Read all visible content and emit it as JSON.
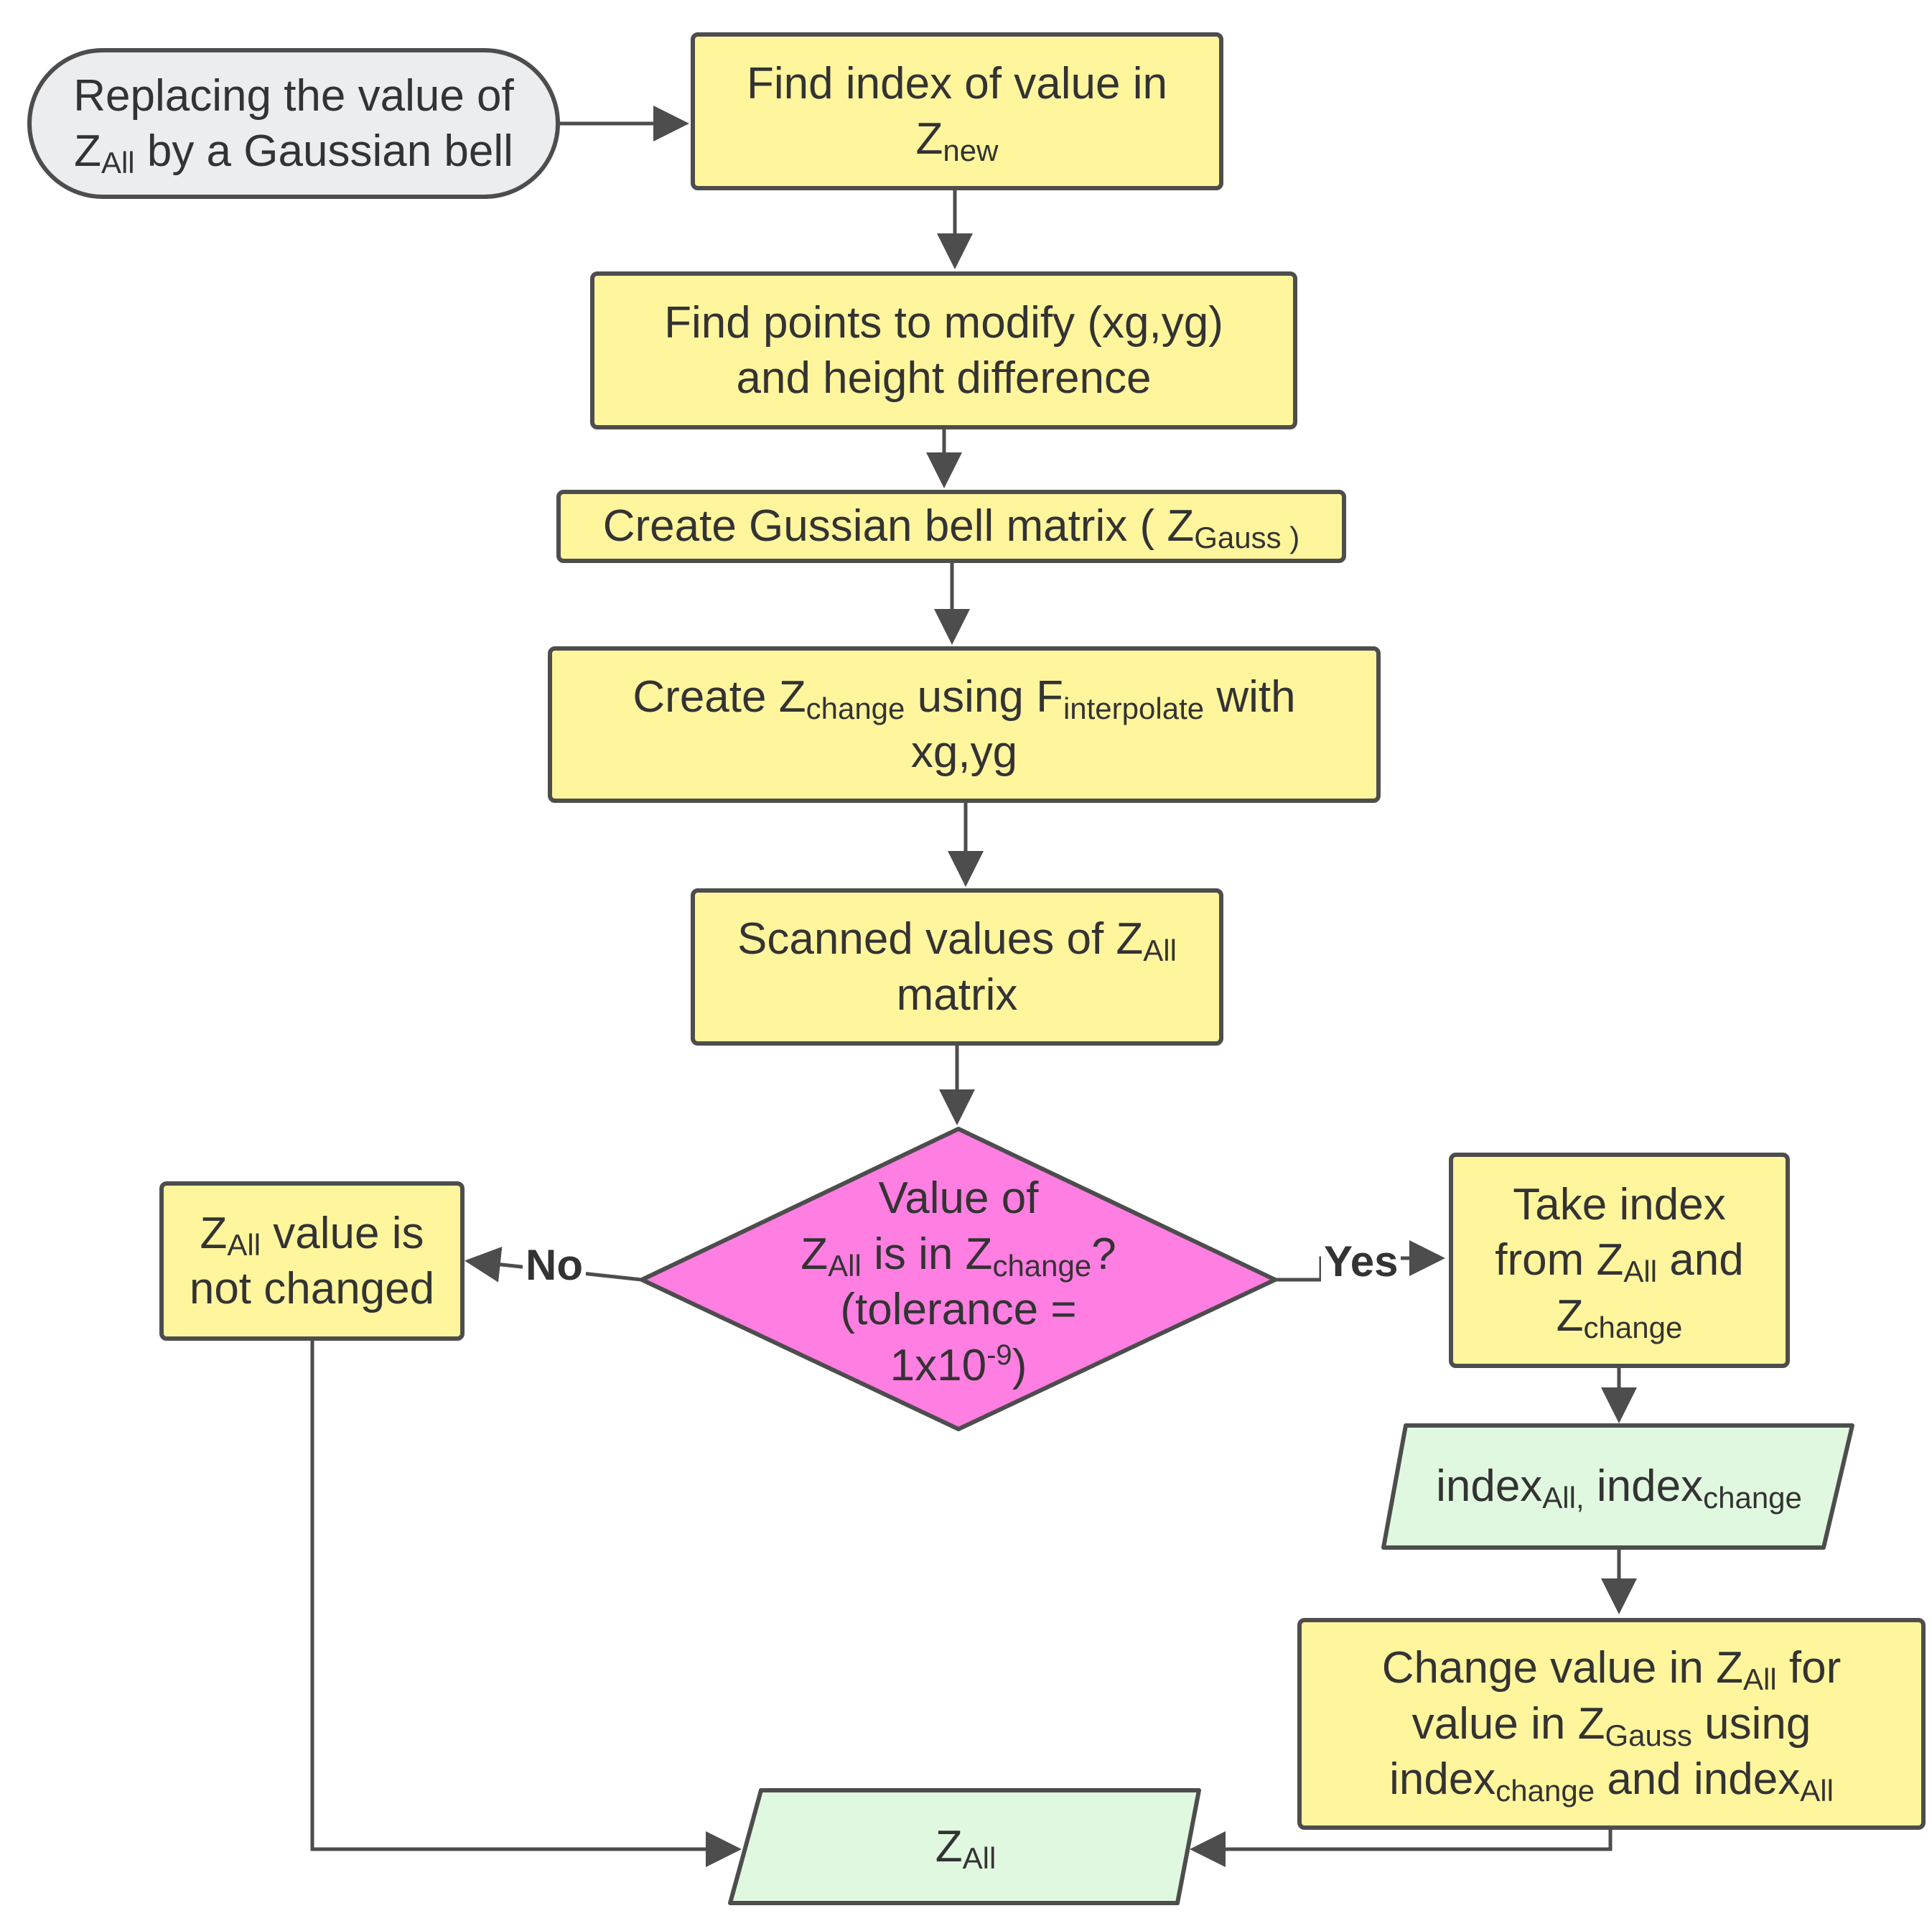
{
  "nodes": {
    "start": {
      "l1": "Replacing the value of",
      "l2_z": "Z",
      "l2_sub": "All",
      "l2_rest": " by a Gaussian bell"
    },
    "find_index": {
      "l1": "Find index of value in",
      "z": "Z",
      "sub": "new"
    },
    "find_points": {
      "l1": "Find points to modify (xg,yg)",
      "l2": "and height difference"
    },
    "create_gauss": {
      "pre": "Create Gussian bell matrix  ( Z",
      "sub": "Gauss )"
    },
    "create_change": {
      "pre": "Create Z",
      "sub1": "change",
      "mid": " using  F",
      "sub2": "interpolate",
      "post": " with",
      "l2": "xg,yg"
    },
    "scanned": {
      "pre": "Scanned values of Z",
      "sub": "All",
      "l2": "matrix"
    },
    "decision": {
      "l1": "Value of",
      "z1": "Z",
      "sub1": "All",
      "mid": " is in Z",
      "sub2": "change",
      "post": "?",
      "l3": "(tolerance =",
      "l4_pre": "1x10",
      "l4_sup": "-9",
      "l4_post": ")"
    },
    "not_changed": {
      "z": "Z",
      "sub": "All",
      "l1_rest": " value is",
      "l2": "not changed"
    },
    "take_index": {
      "l1": "Take  index",
      "l2_pre": "from Z",
      "l2_sub": "All",
      "l2_post": " and",
      "l3_z": "Z",
      "l3_sub": "change"
    },
    "index_io": {
      "a": "index",
      "a_sub": "All,",
      "b": " index",
      "b_sub": "change"
    },
    "change_value": {
      "l1_pre": "Change value in Z",
      "l1_sub": "All",
      "l1_post": "  for",
      "l2_pre": "value in Z",
      "l2_sub": "Gauss",
      "l2_post": " using",
      "l3_a": "index",
      "l3_a_sub": "change",
      "l3_mid": "  and index",
      "l3_b_sub": "All"
    },
    "zall_out": {
      "z": "Z",
      "sub": "All"
    }
  },
  "edges": {
    "no_label": "No",
    "yes_label": "Yes"
  },
  "colors": {
    "process_fill": "#fff59d",
    "terminal_fill": "#ecedef",
    "decision_fill": "#ff7ee2",
    "io_fill": "#e0f8df",
    "stroke": "#4d4d4d",
    "text": "#333333"
  }
}
